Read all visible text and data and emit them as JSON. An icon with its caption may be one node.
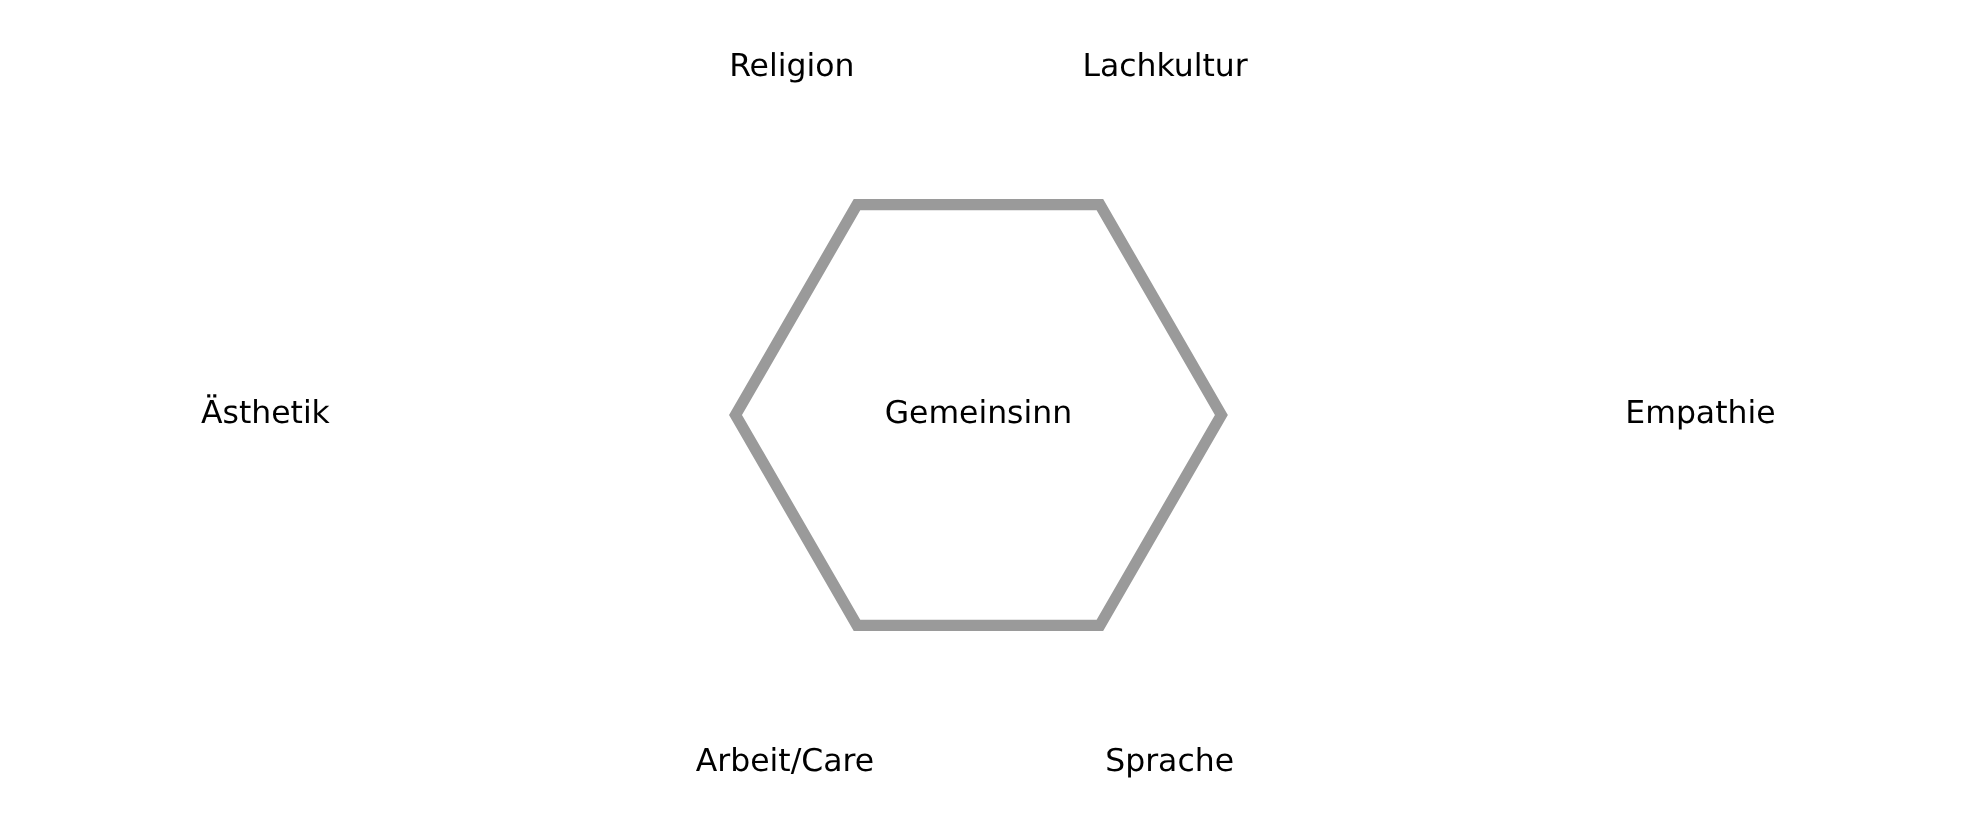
{
  "diagram": {
    "nodes": [
      {
        "text": [
          "Gemeinsinn"
        ]
      }
    ],
    "labels": [
      "Religion",
      "Lachkultur",
      "Ästhetik",
      "Empathie",
      "Arbeit/Care",
      "Sprache"
    ]
  }
}
